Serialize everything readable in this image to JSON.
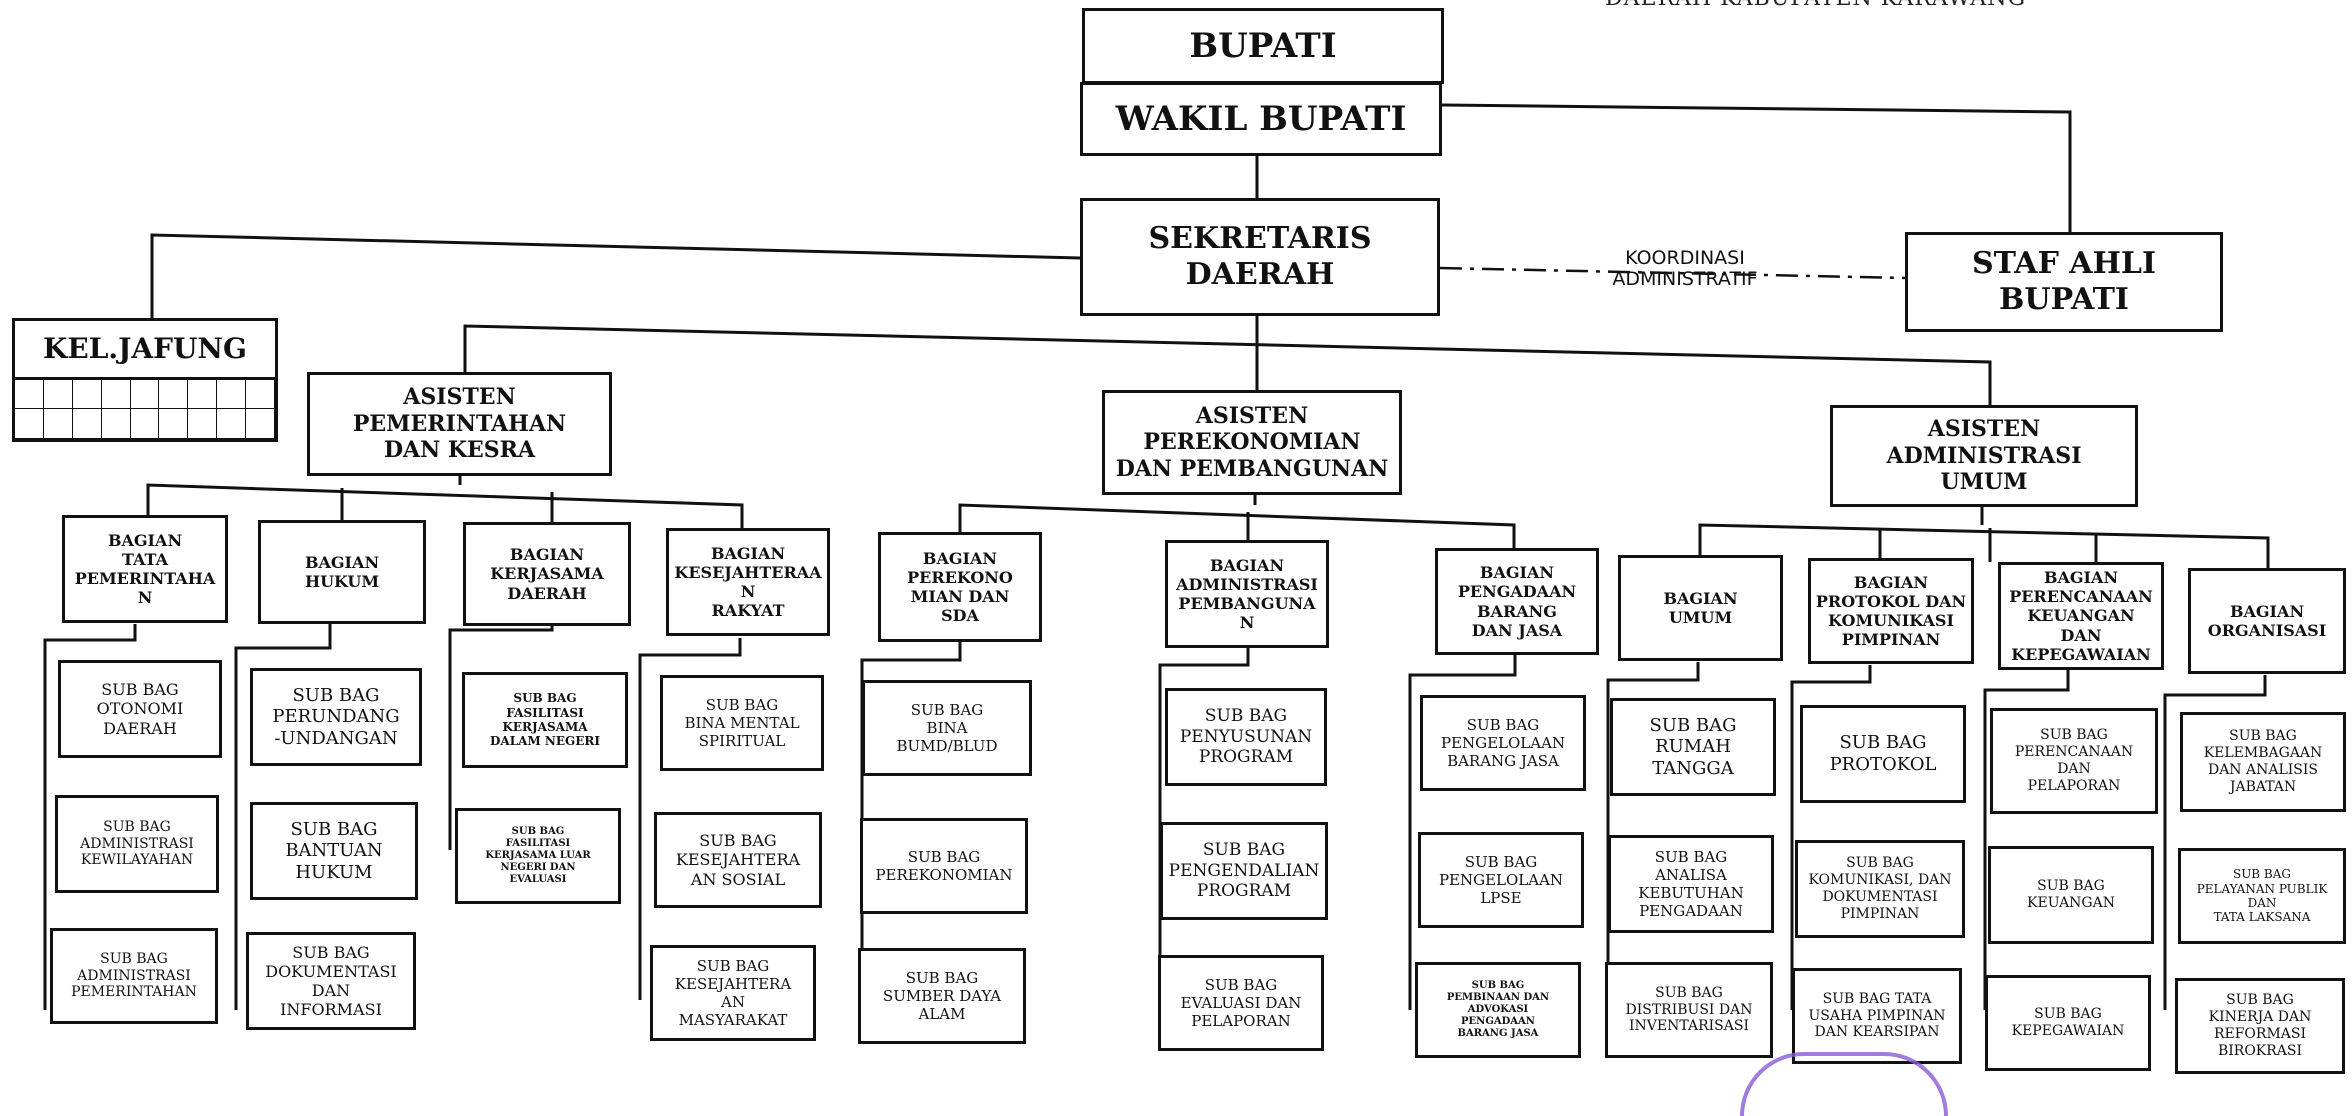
{
  "header_fragment": "DAERAH KABUPATEN KARAWANG",
  "koordinasi_label": "KOORDINASI\nADMINISTRATIF",
  "colors": {
    "line": "#111111",
    "stamp": "#8a5bd6"
  },
  "boxes": {
    "bupati": "BUPATI",
    "wakil_bupati": "WAKIL BUPATI",
    "sekda": "SEKRETARIS\nDAERAH",
    "staf_ahli": "STAF AHLI\nBUPATI",
    "jafung": "KEL.JAFUNG",
    "asisten1": "ASISTEN\nPEMERINTAHAN\nDAN KESRA",
    "asisten2": "ASISTEN\nPEREKONOMIAN\nDAN PEMBANGUNAN",
    "asisten3": "ASISTEN\nADMINISTRASI\nUMUM",
    "bag_tapem": "BAGIAN\nTATA\nPEMERINTAHAN",
    "bag_hukum": "BAGIAN\nHUKUM",
    "bag_kerjasama": "BAGIAN\nKERJASAMA\nDAERAH",
    "bag_kesra": "BAGIAN\nKESEJAHTERAAN\nRAKYAT",
    "bag_perekonomian": "BAGIAN\nPEREKONO\nMIAN DAN\nSDA",
    "bag_adpem": "BAGIAN\nADMINISTRASI\nPEMBANGUNAN",
    "bag_pbj": "BAGIAN\nPENGADAAN\nBARANG\nDAN JASA",
    "bag_umum": "BAGIAN\nUMUM",
    "bag_protokol": "BAGIAN\nPROTOKOL DAN\nKOMUNIKASI\nPIMPINAN",
    "bag_perencanaan": "BAGIAN\nPERENCANAAN\nKEUANGAN DAN\nKEPEGAWAIAN",
    "bag_organisasi": "BAGIAN\nORGANISASI",
    "sb_otda": "SUB BAG\nOTONOMI\nDAERAH",
    "sb_kewilayahan": "SUB BAG\nADMINISTRASI\nKEWILAYAHAN",
    "sb_admpem": "SUB BAG\nADMINISTRASI\nPEMERINTAHAN",
    "sb_perundangan": "SUB BAG\nPERUNDANG\n-UNDANGAN",
    "sb_bantuan_hukum": "SUB BAG\nBANTUAN\nHUKUM",
    "sb_dokumentasi": "SUB BAG\nDOKUMENTASI\nDAN\nINFORMASI",
    "sb_fas_dn": "SUB BAG\nFASILITASI\nKERJASAMA\nDALAM NEGERI",
    "sb_fas_ln": "SUB BAG\nFASILITASI\nKERJASAMA LUAR\nNEGERI DAN\nEVALUASI",
    "sb_mental": "SUB BAG\nBINA MENTAL\nSPIRITUAL",
    "sb_sosial": "SUB BAG\nKESEJAHTERA\nAN SOSIAL",
    "sb_masyarakat": "SUB BAG\nKESEJAHTERA\nAN\nMASYARAKAT",
    "sb_bumd": "SUB BAG\nBINA\nBUMD/BLUD",
    "sb_perekonomian": "SUB BAG\nPEREKONOMIAN",
    "sb_sda": "SUB BAG\nSUMBER DAYA\nALAM",
    "sb_penyusunan": "SUB BAG\nPENYUSUNAN\nPROGRAM",
    "sb_pengendalian": "SUB BAG\nPENGENDALIAN\nPROGRAM",
    "sb_evaluasi": "SUB BAG\nEVALUASI DAN\nPELAPORAN",
    "sb_barang_jasa": "SUB BAG\nPENGELOLAAN\nBARANG JASA",
    "sb_lpse": "SUB BAG\nPENGELOLAAN\nLPSE",
    "sb_pembinaan": "SUB BAG\nPEMBINAAN DAN\nADVOKASI\nPENGADAAN\nBARANG JASA",
    "sb_rumah_tangga": "SUB BAG\nRUMAH\nTANGGA",
    "sb_analisa": "SUB BAG\nANALISA\nKEBUTUHAN\nPENGADAAN",
    "sb_distribusi": "SUB BAG\nDISTRIBUSI DAN\nINVENTARISASI",
    "sb_protokol": "SUB BAG\nPROTOKOL",
    "sb_komunikasi": "SUB BAG\nKOMUNIKASI, DAN\nDOKUMENTASI\nPIMPINAN",
    "sb_tu_pimpinan": "SUB BAG TATA\nUSAHA PIMPINAN\nDAN KEARSIPAN",
    "sb_perencanaan": "SUB BAG\nPERENCANAAN\nDAN\nPELAPORAN",
    "sb_keuangan": "SUB BAG\nKEUANGAN",
    "sb_kepegawaian": "SUB BAG\nKEPEGAWAIAN",
    "sb_kelembagaan": "SUB BAG\nKELEMBAGAAN\nDAN ANALISIS\nJABATAN",
    "sb_pelayanan": "SUB BAG\nPELAYANAN PUBLIK\nDAN\nTATA LAKSANA",
    "sb_kinerja": "SUB BAG\nKINERJA DAN\nREFORMASI\nBIROKRASI"
  }
}
